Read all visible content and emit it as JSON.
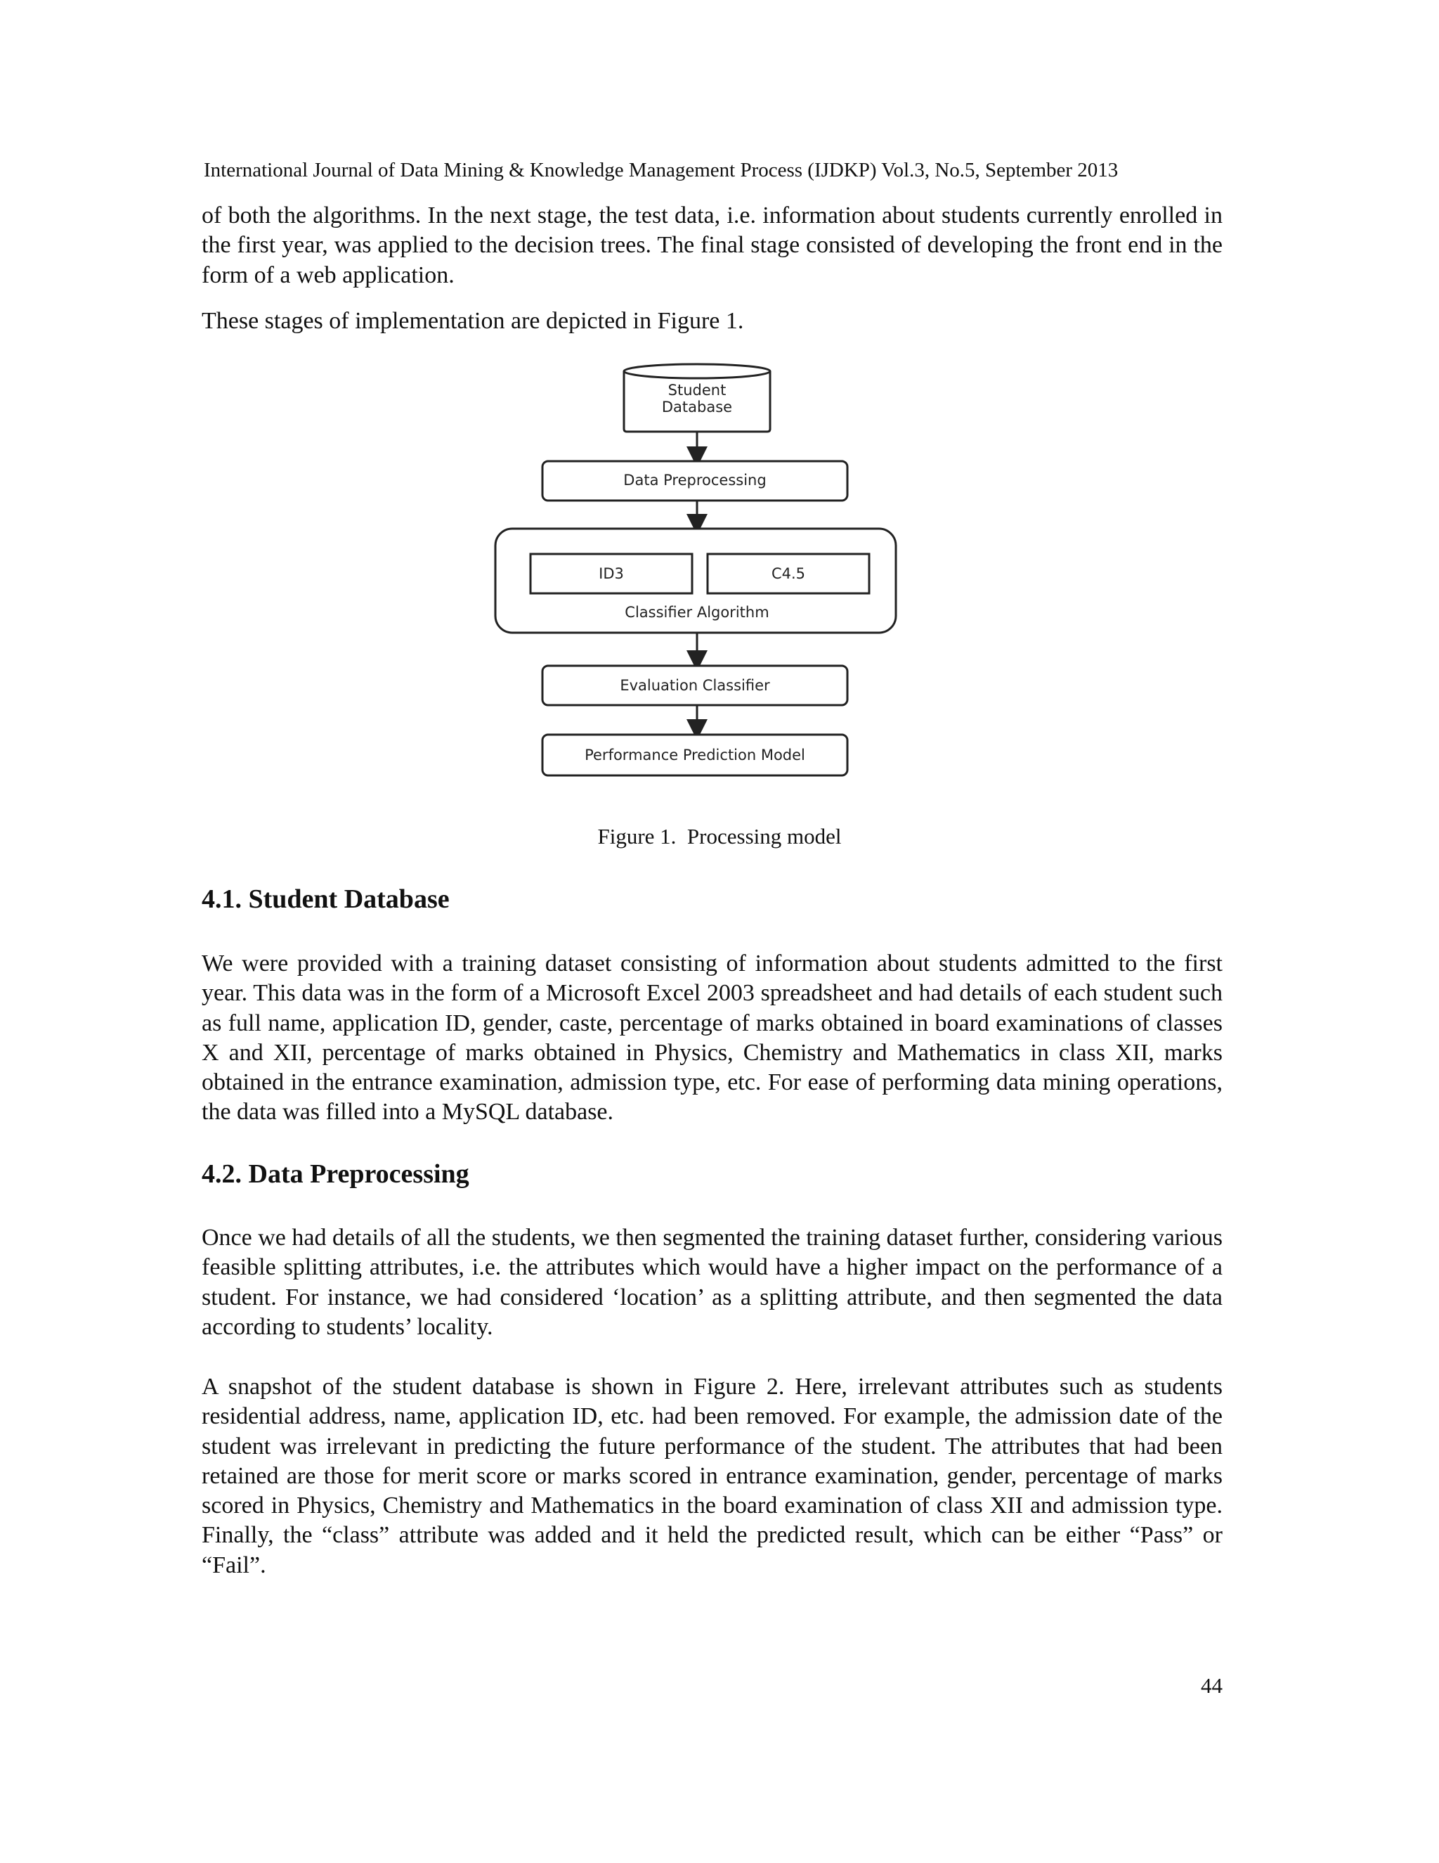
{
  "header": {
    "running_title": "International Journal of Data Mining & Knowledge Management Process (IJDKP) Vol.3, No.5, September 2013"
  },
  "body": {
    "para_intro": "of both the algorithms. In the next stage, the test data, i.e. information about students currently enrolled in the first year, was applied to the decision trees. The final stage consisted of developing the front end in the form of a web application.",
    "para_stages": "These stages of implementation are depicted in Figure 1."
  },
  "figure1": {
    "nodes": {
      "database": [
        "Student",
        "Database"
      ],
      "preprocessing": "Data Preprocessing",
      "id3": "ID3",
      "c45": "C4.5",
      "classifier": "Classifier Algorithm",
      "evaluation": "Evaluation Classifier",
      "model": "Performance Prediction Model"
    },
    "caption": "Figure 1.  Processing model"
  },
  "section_4_1": {
    "heading": "4.1. Student Database",
    "para": "We were provided with a training dataset consisting of information about students admitted to the first year. This data was in the form of a Microsoft Excel 2003 spreadsheet and had details of each student such as full name, application ID, gender, caste, percentage of marks obtained in board examinations of classes X and XII, percentage of marks obtained in Physics, Chemistry and Mathematics in class XII, marks obtained in the entrance examination, admission type, etc. For ease of performing data mining operations, the data was filled into a MySQL database."
  },
  "section_4_2": {
    "heading": "4.2. Data Preprocessing",
    "para1": "Once we had details of all the students, we then segmented the training dataset further, considering various feasible splitting attributes, i.e. the attributes which would have a higher impact on the performance of a student. For instance, we had considered ‘location’ as a splitting attribute, and then segmented the data according to students’ locality.",
    "para2": "A snapshot of the student database is shown in Figure 2. Here, irrelevant attributes such as students residential address, name, application ID, etc. had been removed. For example, the admission date of the student was irrelevant in predicting the future performance of the student. The attributes that had been retained are those for merit score or marks scored in entrance examination, gender, percentage of marks scored in Physics, Chemistry and Mathematics in the board examination of class XII and admission type. Finally, the “class” attribute was added and it held the predicted result, which can be either “Pass” or “Fail”."
  },
  "footer": {
    "page_number": "44"
  }
}
